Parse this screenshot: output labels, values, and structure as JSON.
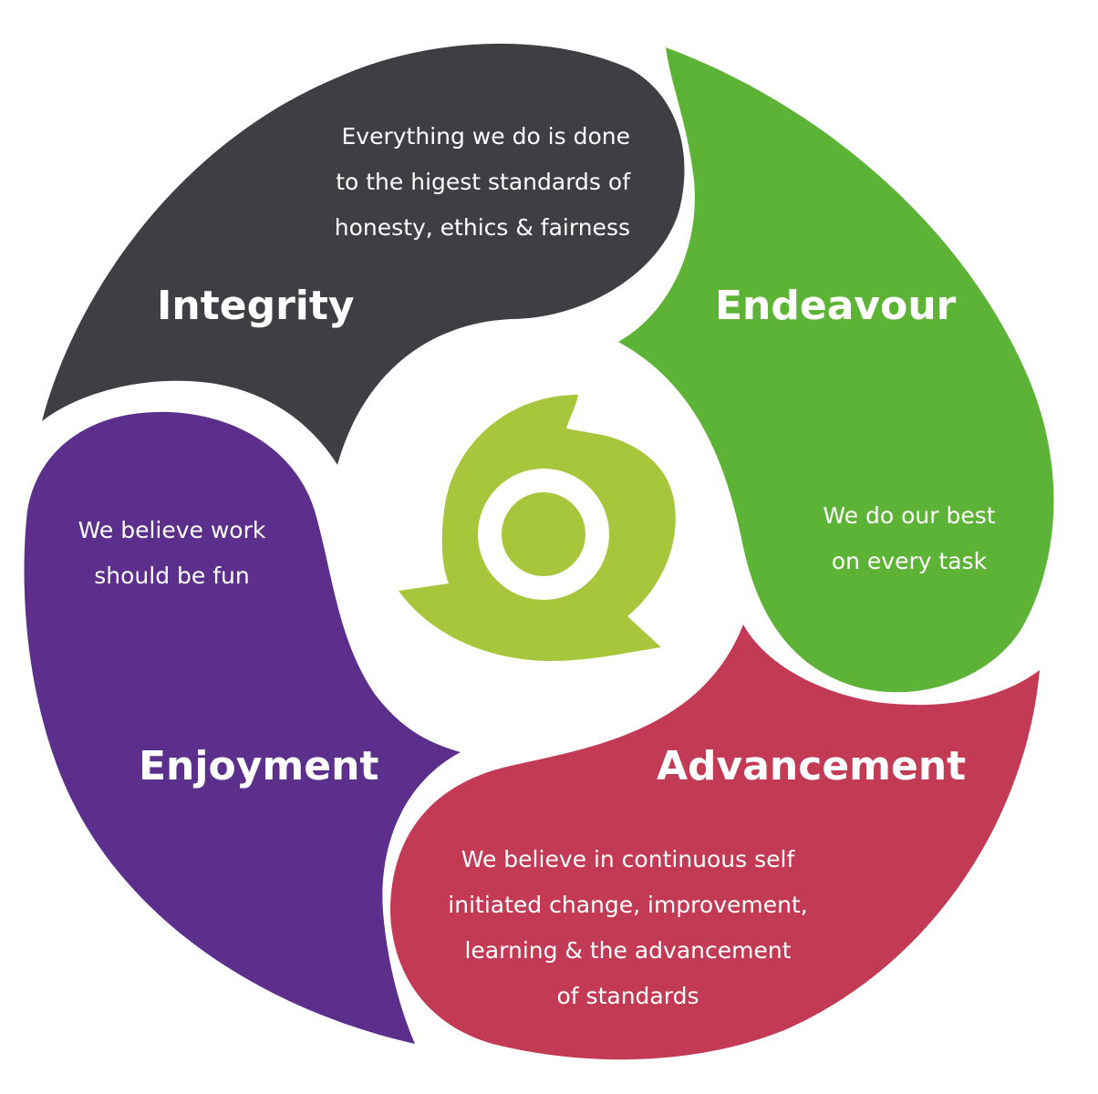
{
  "colors": {
    "integrity": "#3f3e43",
    "endeavour": "#5db335",
    "enjoyment": "#5d2f8c",
    "advancement": "#c23a54",
    "center_logo": "#a8c63c",
    "background": "#ffffff",
    "text": "#ffffff"
  },
  "segments": {
    "integrity": {
      "title": "Integrity",
      "lines": [
        "Everything we do is done",
        "to the higest standards of",
        "honesty, ethics & fairness"
      ]
    },
    "endeavour": {
      "title": "Endeavour",
      "lines": [
        "We do our best",
        "on every task"
      ]
    },
    "enjoyment": {
      "title": "Enjoyment",
      "lines": [
        "We believe work",
        "should be fun"
      ]
    },
    "advancement": {
      "title": "Advancement",
      "lines": [
        "We believe in continuous self",
        "initiated change, improvement,",
        "learning & the advancement",
        "of standards"
      ]
    }
  },
  "center": {
    "icon": "swirl-logo-icon"
  }
}
